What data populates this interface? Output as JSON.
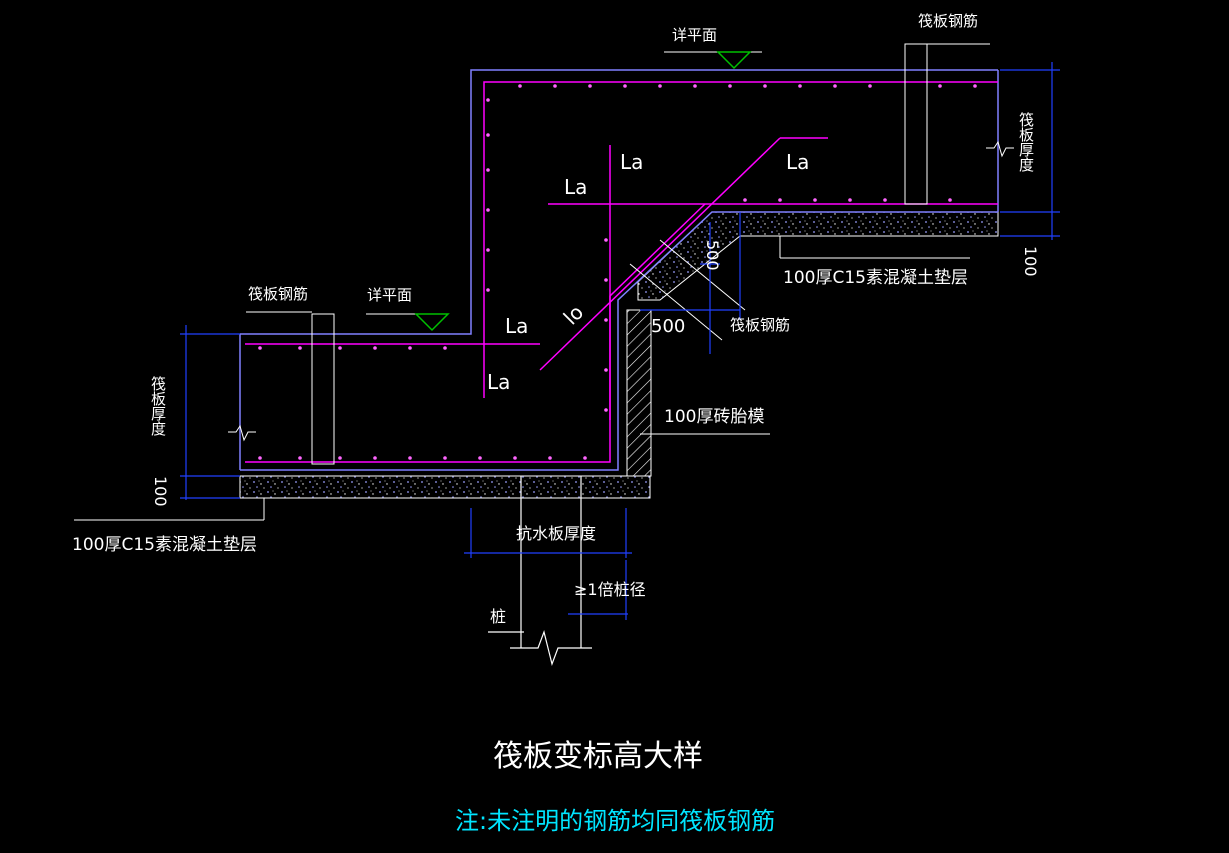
{
  "colors": {
    "background": "#000000",
    "concrete_outline": "#8080ff",
    "rebar": "#ff00ff",
    "dim": "#0000ff",
    "text": "#ffffff",
    "level_mark": "#00c000",
    "note": "#00e5ff"
  },
  "labels": {
    "detail_plan_top": "详平面",
    "detail_plan_left": "详平面",
    "raft_rebar_top": "筏板钢筋",
    "raft_rebar_left": "筏板钢筋",
    "raft_rebar_mid": "筏板钢筋",
    "raft_thickness_right": "筏板厚度",
    "raft_thickness_left": "筏板厚度",
    "dim_100_right": "100",
    "dim_100_left": "100",
    "dim_500_vertical": "500",
    "dim_500_horizontal": "500",
    "bedding_right": "100厚C15素混凝土垫层",
    "bedding_left": "100厚C15素混凝土垫层",
    "brick_formwork": "100厚砖胎模",
    "anti_water_thickness": "抗水板厚度",
    "pile_diameter": "≥1倍桩径",
    "pile": "桩",
    "la_1": "La",
    "la_2": "La",
    "la_3": "La",
    "la_4": "La",
    "la_5": "La",
    "lo": "lo"
  },
  "title": "筏板变标高大样",
  "note": "注:未注明的钢筋均同筏板钢筋"
}
